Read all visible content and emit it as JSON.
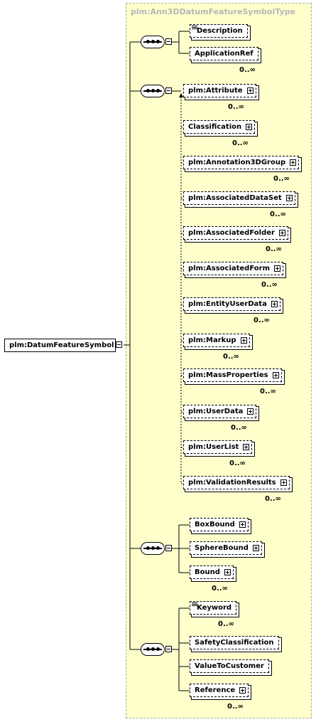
{
  "type_title": "plm:Ann3DDatumFeatureSymbolType",
  "root": {
    "label": "plm:DatumFeatureSymbol"
  },
  "group1": [
    {
      "label": "Description",
      "card": ""
    },
    {
      "label": "ApplicationRef",
      "card": "0..∞"
    }
  ],
  "group2": [
    {
      "label": "plm:Attribute",
      "card": "0..∞"
    },
    {
      "label": "Classification",
      "card": "0..∞"
    },
    {
      "label": "plm:Annotation3DGroup",
      "card": "0..∞"
    },
    {
      "label": "plm:AssociatedDataSet",
      "card": "0..∞"
    },
    {
      "label": "plm:AssociatedFolder",
      "card": "0..∞"
    },
    {
      "label": "plm:AssociatedForm",
      "card": "0..∞"
    },
    {
      "label": "plm:EntityUserData",
      "card": "0..∞"
    },
    {
      "label": "plm:Markup",
      "card": "0..∞"
    },
    {
      "label": "plm:MassProperties",
      "card": "0..∞"
    },
    {
      "label": "plm:UserData",
      "card": "0..∞"
    },
    {
      "label": "plm:UserList",
      "card": "0..∞"
    },
    {
      "label": "plm:ValidationResults",
      "card": "0..∞"
    }
  ],
  "group3": [
    {
      "label": "BoxBound",
      "card": ""
    },
    {
      "label": "SphereBound",
      "card": ""
    },
    {
      "label": "Bound",
      "card": "0..∞"
    }
  ],
  "group4": [
    {
      "label": "Keyword",
      "card": "0..∞"
    },
    {
      "label": "SafetyClassification",
      "card": ""
    },
    {
      "label": "ValueToCustomer",
      "card": ""
    },
    {
      "label": "Reference",
      "card": "0..∞"
    }
  ]
}
